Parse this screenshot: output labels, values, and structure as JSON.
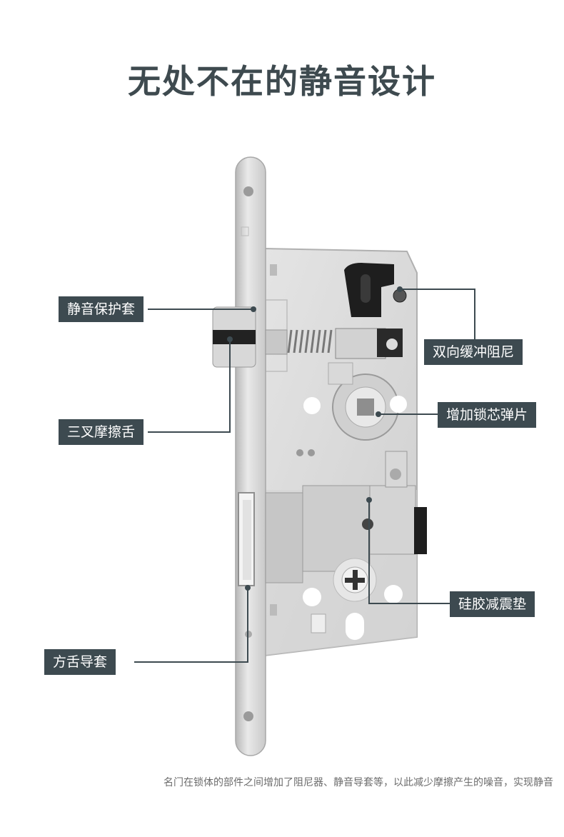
{
  "title": "无处不在的静音设计",
  "labels": {
    "silent_sleeve": "静音保护套",
    "triple_latch": "三叉摩擦舌",
    "bidirectional_damper": "双向缓冲阻尼",
    "core_spring": "增加锁芯弹片",
    "silicone_pad": "硅胶减震垫",
    "square_bolt_guide": "方舌导套"
  },
  "caption": "名门在锁体的部件之间增加了阻尼器、静音导套等，以此减少摩擦产生的噪音，实现静音"
}
